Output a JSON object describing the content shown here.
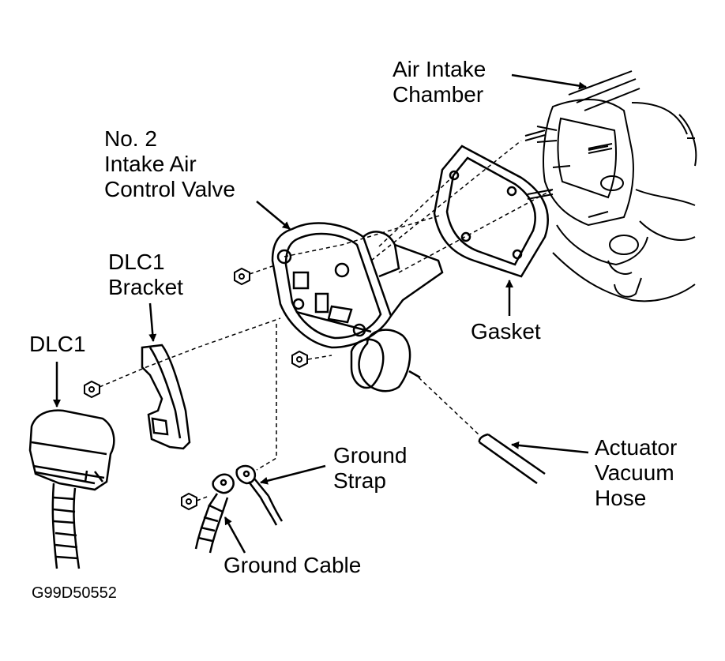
{
  "labels": {
    "air_intake_chamber": [
      "Air Intake",
      "Chamber"
    ],
    "control_valve": [
      "No. 2",
      "Intake Air",
      "Control Valve"
    ],
    "dlc1_bracket": [
      "DLC1",
      "Bracket"
    ],
    "dlc1": "DLC1",
    "gasket": "Gasket",
    "ground_strap": [
      "Ground",
      "Strap"
    ],
    "actuator_vacuum_hose": [
      "Actuator",
      "Vacuum",
      "Hose"
    ],
    "ground_cable": "Ground Cable"
  },
  "figure_id": "G99D50552"
}
